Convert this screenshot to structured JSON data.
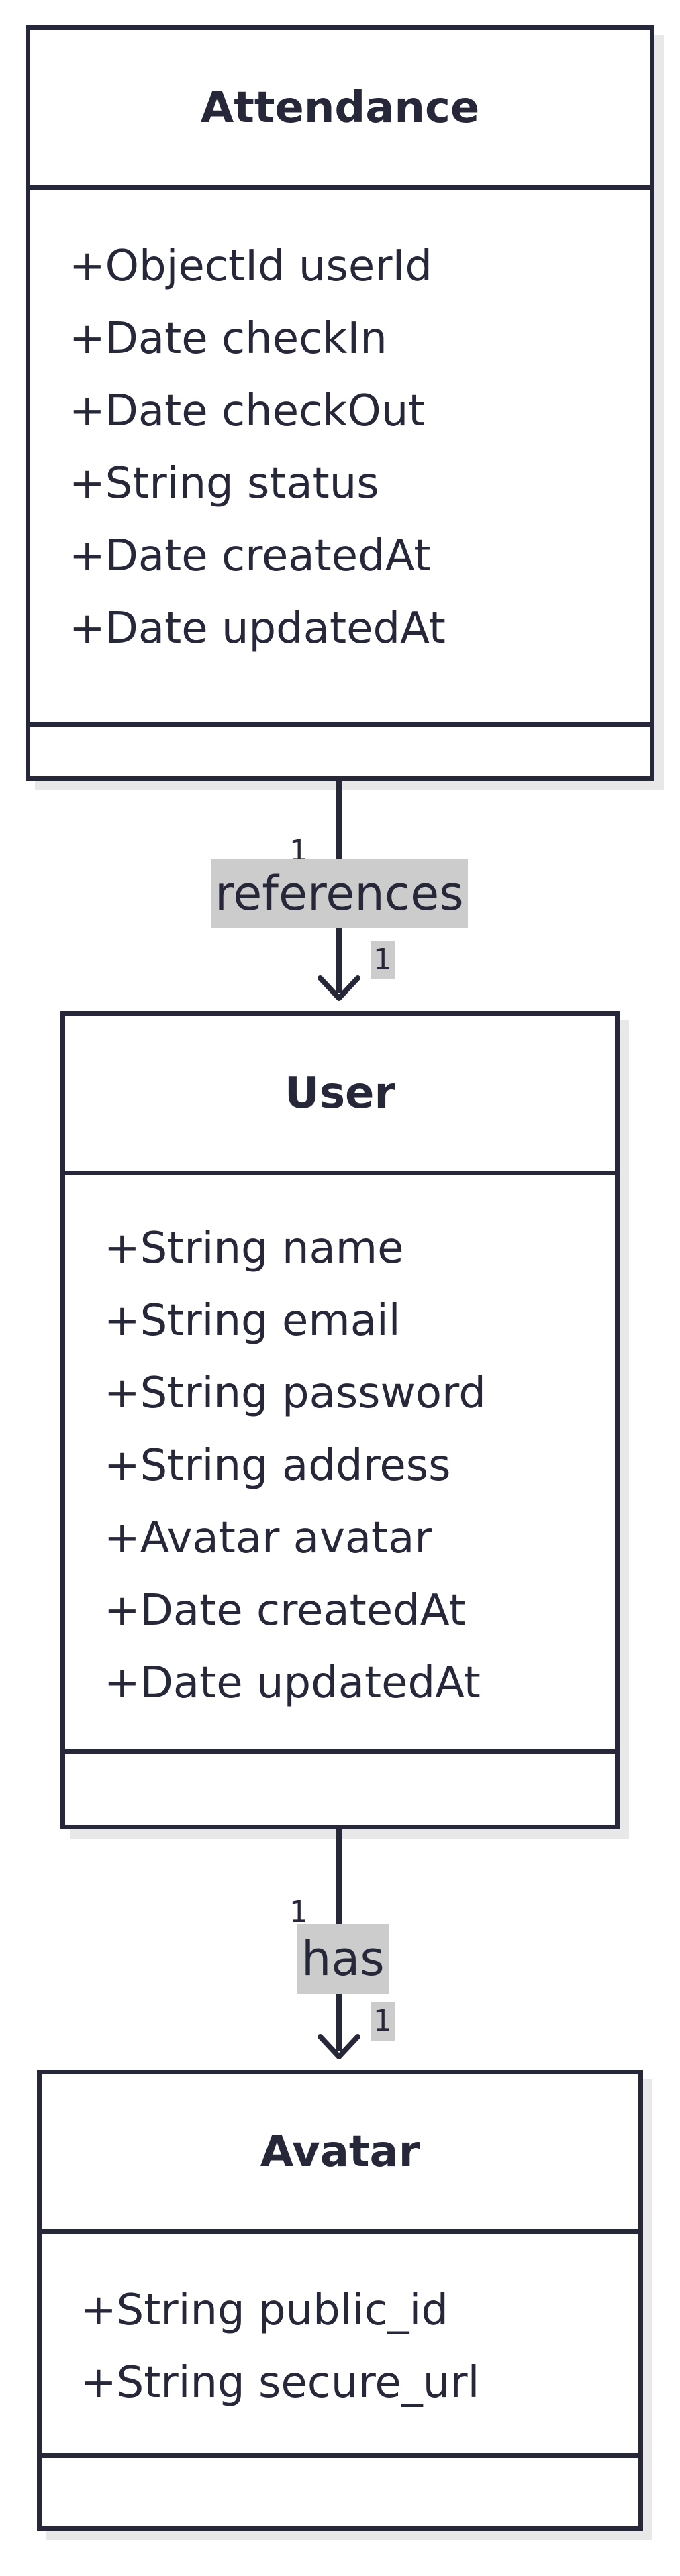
{
  "classes": {
    "attendance": {
      "name": "Attendance",
      "attributes": [
        "+ObjectId userId",
        "+Date checkIn",
        "+Date checkOut",
        "+String status",
        "+Date createdAt",
        "+Date updatedAt"
      ]
    },
    "user": {
      "name": "User",
      "attributes": [
        "+String name",
        "+String email",
        "+String password",
        "+String address",
        "+Avatar avatar",
        "+Date createdAt",
        "+Date updatedAt"
      ]
    },
    "avatar": {
      "name": "Avatar",
      "attributes": [
        "+String public_id",
        "+String secure_url"
      ]
    }
  },
  "relations": {
    "references": {
      "label": "references",
      "source_multiplicity": "1",
      "target_multiplicity": "1"
    },
    "has": {
      "label": "has",
      "source_multiplicity": "1",
      "target_multiplicity": "1"
    }
  },
  "colors": {
    "stroke": "#27273a",
    "label_bg": "#cccccc",
    "shadow": "#e8e8e8"
  }
}
